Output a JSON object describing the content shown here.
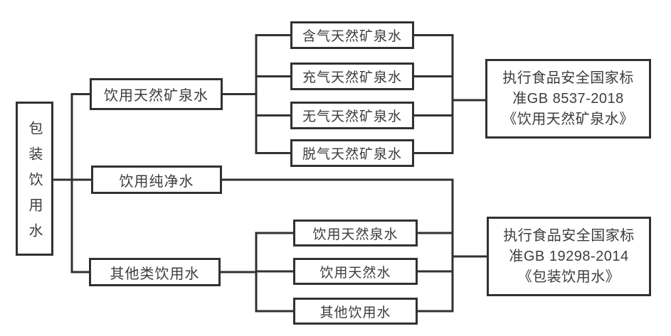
{
  "diagram": {
    "root": {
      "label": "包装饮用水"
    },
    "branches": [
      {
        "label": "饮用天然矿泉水",
        "children": [
          "含气天然矿泉水",
          "充气天然矿泉水",
          "无气天然矿泉水",
          "脱气天然矿泉水"
        ]
      },
      {
        "label": "饮用纯净水",
        "children": []
      },
      {
        "label": "其他类饮用水",
        "children": [
          "饮用天然泉水",
          "饮用天然水",
          "其他饮用水"
        ]
      }
    ],
    "standards": [
      {
        "text": "执行食品安全国家标\n准GB 8537-2018\n《饮用天然矿泉水》"
      },
      {
        "text": "执行食品安全国家标\n准GB 19298-2014\n《包装饮用水》"
      }
    ],
    "colors": {
      "line": "#2e3235",
      "text": "#3a3d40",
      "background": "#ffffff"
    }
  }
}
